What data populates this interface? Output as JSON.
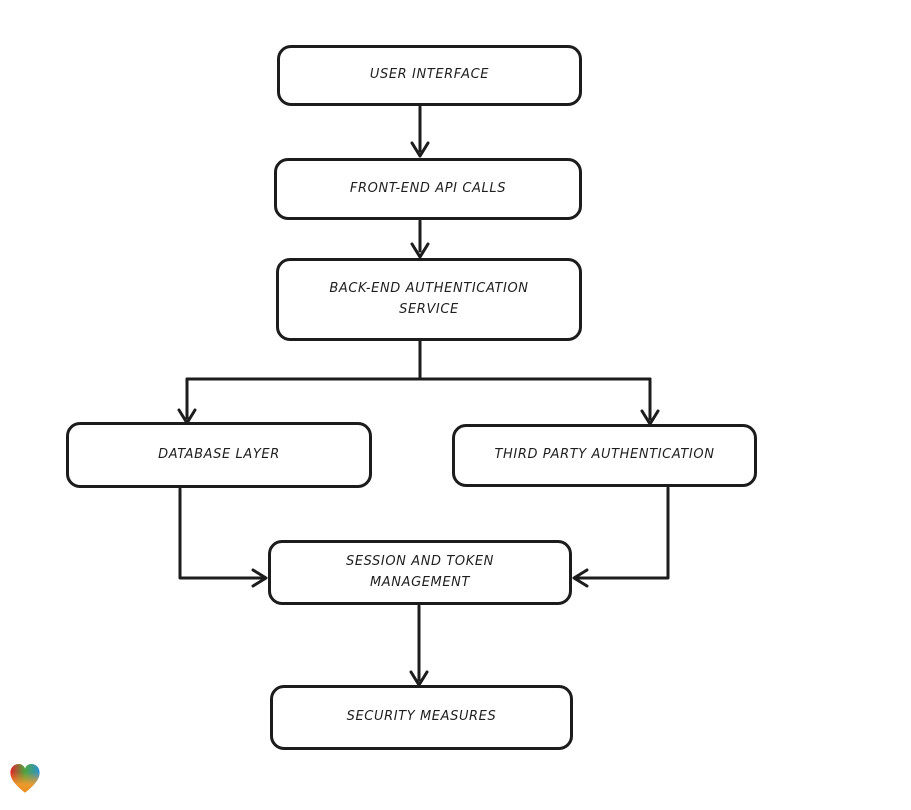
{
  "diagram": {
    "background_color": "#ffffff",
    "stroke_color": "#1c1c1c",
    "style": "hand-drawn flowchart",
    "nodes": [
      {
        "id": "user-interface",
        "label": "USER INTERFACE"
      },
      {
        "id": "front-end-api-calls",
        "label": "FRONT-END API CALLS"
      },
      {
        "id": "back-end-authentication-service",
        "label": "BACK-END AUTHENTICATION\nSERVICE"
      },
      {
        "id": "database-layer",
        "label": "DATABASE LAYER"
      },
      {
        "id": "third-party-authentication",
        "label": "THIRD PARTY AUTHENTICATION"
      },
      {
        "id": "session-and-token-management",
        "label": "SESSION AND TOKEN\nMANAGEMENT"
      },
      {
        "id": "security-measures",
        "label": "SECURITY MEASURES"
      }
    ],
    "edges": [
      {
        "from": "user-interface",
        "to": "front-end-api-calls"
      },
      {
        "from": "front-end-api-calls",
        "to": "back-end-authentication-service"
      },
      {
        "from": "back-end-authentication-service",
        "to": "database-layer"
      },
      {
        "from": "back-end-authentication-service",
        "to": "third-party-authentication"
      },
      {
        "from": "database-layer",
        "to": "session-and-token-management"
      },
      {
        "from": "third-party-authentication",
        "to": "session-and-token-management"
      },
      {
        "from": "session-and-token-management",
        "to": "security-measures"
      }
    ]
  },
  "logo": {
    "name": "heart-logo",
    "colors": {
      "red": "#e42528",
      "green": "#4ba53f",
      "blue": "#2d92d6",
      "orange": "#f59a2b"
    }
  }
}
